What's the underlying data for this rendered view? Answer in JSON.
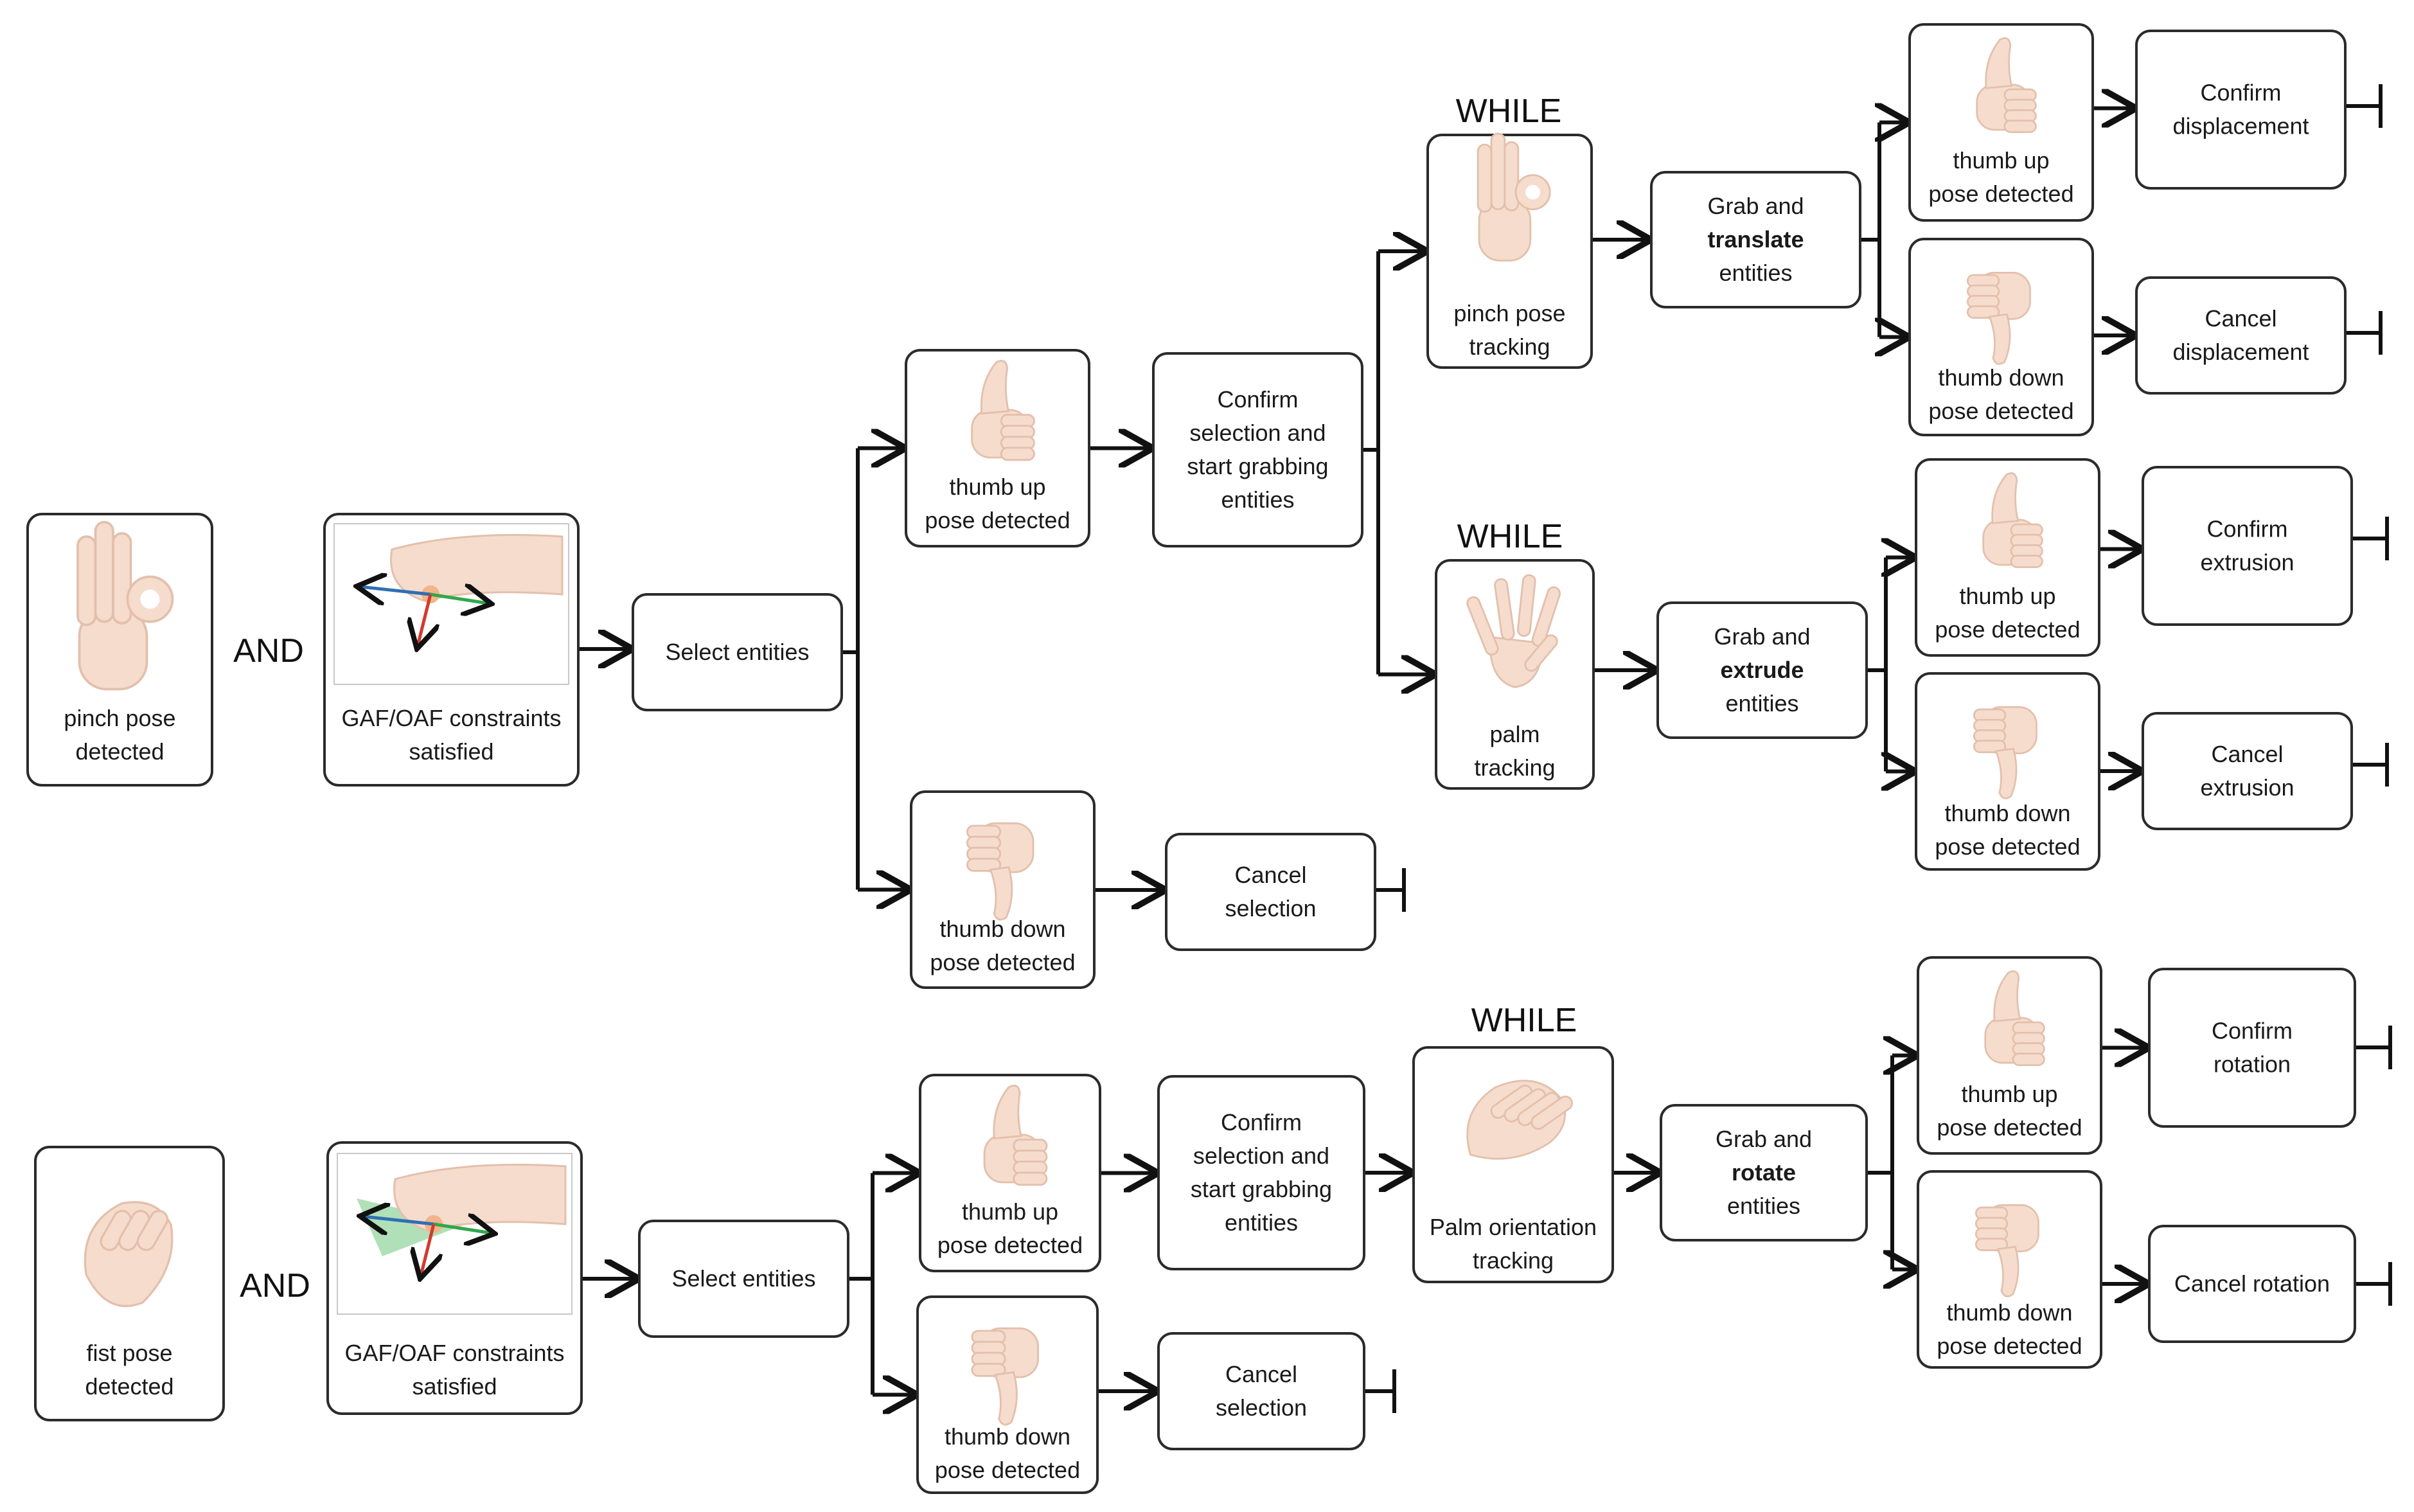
{
  "connectors": {
    "and": "AND",
    "while": "WHILE"
  },
  "upper": {
    "start_pose": [
      "pinch pose",
      "detected"
    ],
    "constraints": [
      "GAF/OAF constraints",
      "satisfied"
    ],
    "select": [
      "Select entities"
    ],
    "thumb_up": [
      "thumb up",
      "pose detected"
    ],
    "confirm_grab": [
      "Confirm",
      "selection and",
      "start grabbing",
      "entities"
    ],
    "thumb_down": [
      "thumb down",
      "pose detected"
    ],
    "cancel_selection": [
      "Cancel",
      "selection"
    ],
    "translate_branch": {
      "tracking": [
        "pinch pose",
        "tracking"
      ],
      "grab": {
        "line1": "Grab and",
        "bold": "translate",
        "line3": "entities"
      },
      "thumb_up": [
        "thumb up",
        "pose detected"
      ],
      "thumb_down": [
        "thumb down",
        "pose detected"
      ],
      "confirm": [
        "Confirm",
        "displacement"
      ],
      "cancel": [
        "Cancel",
        "displacement"
      ]
    },
    "extrude_branch": {
      "tracking": [
        "palm",
        "tracking"
      ],
      "grab": {
        "line1": "Grab and",
        "bold": "extrude",
        "line3": "entities"
      },
      "thumb_up": [
        "thumb up",
        "pose detected"
      ],
      "thumb_down": [
        "thumb down",
        "pose detected"
      ],
      "confirm": [
        "Confirm",
        "extrusion"
      ],
      "cancel": [
        "Cancel",
        "extrusion"
      ]
    }
  },
  "lower": {
    "start_pose": [
      "fist pose",
      "detected"
    ],
    "constraints": [
      "GAF/OAF constraints",
      "satisfied"
    ],
    "select": [
      "Select entities"
    ],
    "thumb_up": [
      "thumb up",
      "pose detected"
    ],
    "confirm_grab": [
      "Confirm",
      "selection and",
      "start grabbing",
      "entities"
    ],
    "thumb_down": [
      "thumb down",
      "pose detected"
    ],
    "cancel_selection": [
      "Cancel",
      "selection"
    ],
    "rotate_branch": {
      "tracking": [
        "Palm orientation",
        "tracking"
      ],
      "grab": {
        "line1": "Grab and",
        "bold": "rotate",
        "line3": "entities"
      },
      "thumb_up": [
        "thumb up",
        "pose detected"
      ],
      "thumb_down": [
        "thumb down",
        "pose detected"
      ],
      "confirm": [
        "Confirm",
        "rotation"
      ],
      "cancel": [
        "Cancel rotation"
      ]
    }
  },
  "colors": {
    "hand_fill": "#f6dccd",
    "box_stroke": "#2b2b2b",
    "arrow": "#111111"
  }
}
